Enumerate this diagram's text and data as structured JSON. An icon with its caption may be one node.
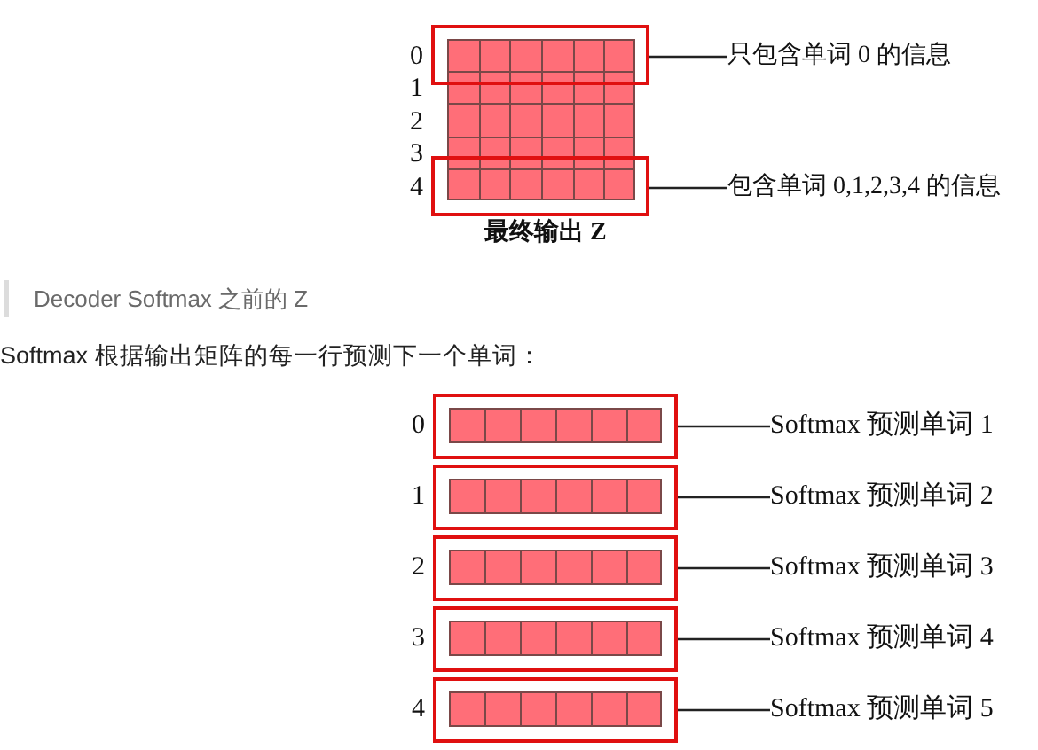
{
  "diagram": {
    "nodes": [
      {
        "text": [],
        "shape": "box"
      },
      {
        "text": [
          "只包含单词 0 的信息"
        ]
      },
      {
        "text": [],
        "shape": "box"
      },
      {
        "text": [
          "包含单词 0,1,2,3,4 的信息"
        ]
      },
      {
        "text": [],
        "shape": "box"
      },
      {
        "text": [
          "Softmax 预测单词 1"
        ]
      },
      {
        "text": [],
        "shape": "box"
      },
      {
        "text": [
          "Softmax 预测单词 2"
        ]
      },
      {
        "text": [],
        "shape": "box"
      },
      {
        "text": [
          "Softmax 预测单词 3"
        ]
      },
      {
        "text": [],
        "shape": "box"
      },
      {
        "text": [
          "Softmax 预测单词 4"
        ]
      },
      {
        "text": [],
        "shape": "box"
      },
      {
        "text": [
          "Softmax 预测单词 5"
        ]
      }
    ],
    "edges": [
      {
        "from": 1,
        "to": 0,
        "arrow": "none"
      },
      {
        "from": 3,
        "to": 2,
        "arrow": "none"
      },
      {
        "from": 5,
        "to": 4,
        "arrow": "none"
      },
      {
        "from": 7,
        "to": 6,
        "arrow": "none"
      },
      {
        "from": 9,
        "to": 8,
        "arrow": "none"
      },
      {
        "from": 11,
        "to": 10,
        "arrow": "none"
      },
      {
        "from": 13,
        "to": 12,
        "arrow": "none"
      }
    ],
    "labels": [
      "0",
      "1",
      "2",
      "3",
      "4",
      "最终输出 Z",
      "Decoder Softmax 之前的 Z",
      "Softmax 根据输出矩阵的每一行预测下一个单词：",
      "0",
      "1",
      "2",
      "3",
      "4"
    ]
  }
}
